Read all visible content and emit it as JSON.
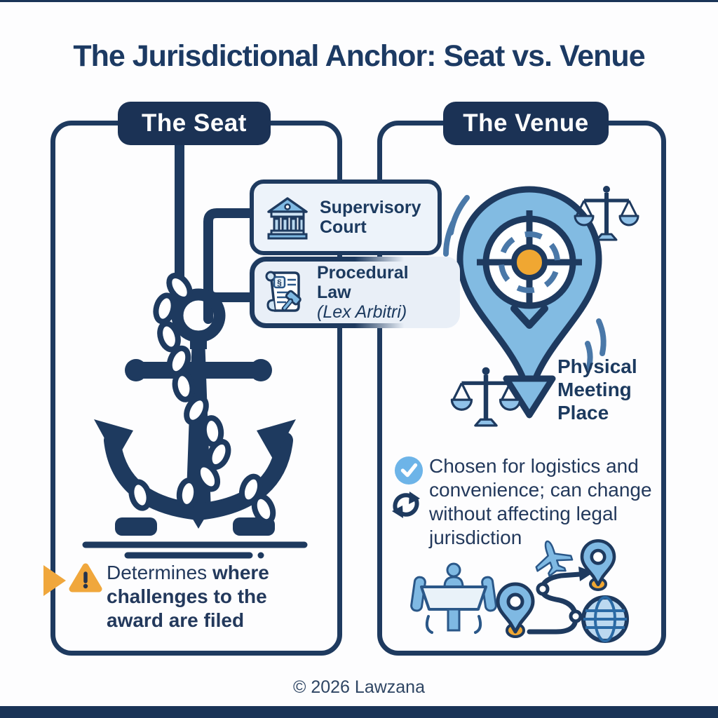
{
  "title": "The Jurisdictional Anchor: Seat vs. Venue",
  "seat": {
    "header": "The Seat",
    "supervisory_label": "Supervisory Court",
    "procedural_label": "Procedural Law",
    "procedural_sublabel": "(Lex Arbitri)",
    "warning_prefix": "Determines ",
    "warning_emphasis": "where challenges to the award are filed"
  },
  "venue": {
    "header": "The Venue",
    "pin_caption": "Physical\nMeeting\nPlace",
    "note": "Chosen for logistics and\nconvenience; can change\nwithout affecting legal\njurisdiction"
  },
  "footer": "© 2026 Lawzana",
  "icons": {
    "section_symbol": "§",
    "names": [
      "anchor-chain-icon",
      "courthouse-icon",
      "scroll-gavel-icon",
      "warning-triangle-icon",
      "edge-arrow-icon",
      "location-pin-target-icon",
      "scales-of-justice-icon",
      "motion-dashes",
      "check-circle-icon",
      "sync-arrows-icon",
      "meeting-table-icon",
      "airplane-icon",
      "route-path-icon",
      "location-pin-icon",
      "globe-icon"
    ]
  },
  "colors": {
    "navy": "#1e3a5f",
    "badge_navy": "#1b3255",
    "light_blue": "#7fb9e3",
    "steel_blue": "#4a78a8",
    "pale_box": "#edf3fa",
    "amber": "#f0a73c",
    "background": "#fdfdfe"
  }
}
